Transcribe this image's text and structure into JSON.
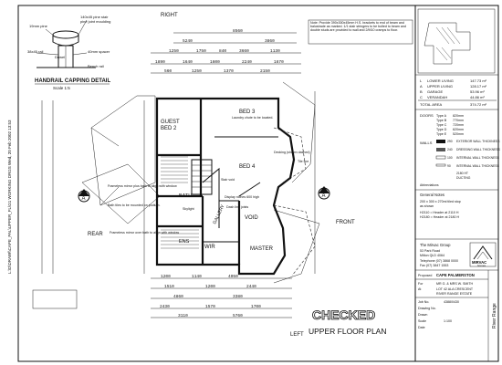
{
  "handrail": {
    "title": "HANDRAIL CAPPING DETAIL",
    "scale": "Scale 1:5",
    "labels": [
      "140x45 pine stair",
      "pine joint moulding",
      "19mm pine",
      "38x45 rail",
      "Dowel",
      "40mm spacer",
      "Bench rail"
    ]
  },
  "orientation": {
    "right": "RIGHT",
    "left": "LEFT",
    "rear": "REAR",
    "front": "FRONT",
    "section_marker": "A"
  },
  "note_top": "Note: Provide 390x300x45mm H.S. brackets to end of beam and balustrade as marked. 1/1 stair stringers to be bolted to beam and double studs are provided to wall and 2/M10 cramps to floor.",
  "dimensions_top": [
    "8560",
    "5240",
    "3860",
    "1250",
    "1750",
    "840",
    "3660",
    "1130",
    "1890",
    "1640",
    "1600",
    "2240",
    "1670",
    "560",
    "1250",
    "1370",
    "2150"
  ],
  "rooms": [
    {
      "key": "guest",
      "label": "GUEST"
    },
    {
      "key": "bed2",
      "label": "BED 2"
    },
    {
      "key": "bed3",
      "label": "BED 3"
    },
    {
      "key": "bed4",
      "label": "BED 4"
    },
    {
      "key": "void",
      "label": "VOID"
    },
    {
      "key": "bath",
      "label": "BATH"
    },
    {
      "key": "gallery",
      "label": "GALLERY"
    },
    {
      "key": "ens",
      "label": "ENS"
    },
    {
      "key": "wir",
      "label": "WIR"
    },
    {
      "key": "master",
      "label": "MASTER"
    }
  ],
  "annotations": [
    "Laundry chute to be located.",
    "Decking (shown dashed)",
    "Frameless mirror plus bath to align with window",
    "Bath tiles to be mounted on podium.",
    "Frameless mirror over bath to align with window",
    "Display niches 600 high",
    "Skylight",
    "Stair void",
    "Dash line joists",
    "Tile line"
  ],
  "dimensions_bottom": [
    "1200",
    "1140",
    "4050",
    "1510",
    "1200",
    "2440",
    "4860",
    "3380",
    "2430",
    "1570",
    "1700",
    "3110",
    "5760"
  ],
  "area_table": {
    "rows": [
      {
        "key": "L",
        "label": "LOWER LIVING",
        "value": "147.73 m²"
      },
      {
        "key": "A",
        "label": "UPPER LIVING",
        "value": "128.17 m²"
      },
      {
        "key": "B",
        "label": "GARAGE",
        "value": "53.96 m²"
      },
      {
        "key": "C",
        "label": "VERANDAH",
        "value": "44.86 m²"
      }
    ],
    "total_label": "TOTAL AREA",
    "total_value": "374.72 m²"
  },
  "legend": {
    "doors_title": "DOORS",
    "doors": [
      {
        "code": "Type A",
        "size": "820mm"
      },
      {
        "code": "Type B",
        "size": "770mm"
      },
      {
        "code": "Type C",
        "size": "720mm"
      },
      {
        "code": "Type D",
        "size": "620mm"
      },
      {
        "code": "Type E",
        "size": "520mm"
      }
    ],
    "walls_title": "WALLS",
    "walls": [
      {
        "code": "290",
        "label": "EXTERIOR WALL THICKNESS"
      },
      {
        "code": "240",
        "label": "DRESSING WALL THICKNESS"
      },
      {
        "code": "100",
        "label": "INTERNAL WALL THICKNESS"
      },
      {
        "code": "90",
        "label": "INTERNAL WALL THICKNESS"
      }
    ],
    "misc": [
      "2180 HT",
      "DUCTING"
    ],
    "footer": "Abbreviations"
  },
  "general_notes": {
    "title": "General Notes",
    "lines": [
      "200 x 300 x 270ml tiled stop",
      "as shown",
      "H2110 =  Header at 2110 H",
      "H2180 =  Header at 2180 H"
    ]
  },
  "company": {
    "name": "The Mirvac Group",
    "address": [
      "53 Park Road",
      "Milton QLD 4064"
    ],
    "phone": "Telephone (07) 3868 0000",
    "fax": "Fax (07) 3847 1553",
    "logo_text": "MIRVAC",
    "logo_sub": "homes"
  },
  "project": {
    "label": "Proposed",
    "name": "CAPE PALMERSTON",
    "for_label": "For",
    "for_value": "MR G. & MRS W. SMITH",
    "at_label": "At",
    "at_value": "LOT 42 ALA CRESCENT",
    "at_value2": "RIVER RANGE ESTATE",
    "job_label": "Job No.",
    "job_value": "4388/0430",
    "drawing_label": "Drawing No.",
    "drawn_label": "Drawn",
    "scale_label": "Scale",
    "scale_value": "1:100",
    "date_label": "Date",
    "side_text": "River Range"
  },
  "stamp": "CHECKED",
  "sheet_title": "UPPER FLOOR PLAN",
  "margin_text": "L:\\D\\DRAW\\\\CAPE_PAL\\UPPER_FL\\G1 WORKING DRGS  Wed, 20 Feb 2002 13:53"
}
